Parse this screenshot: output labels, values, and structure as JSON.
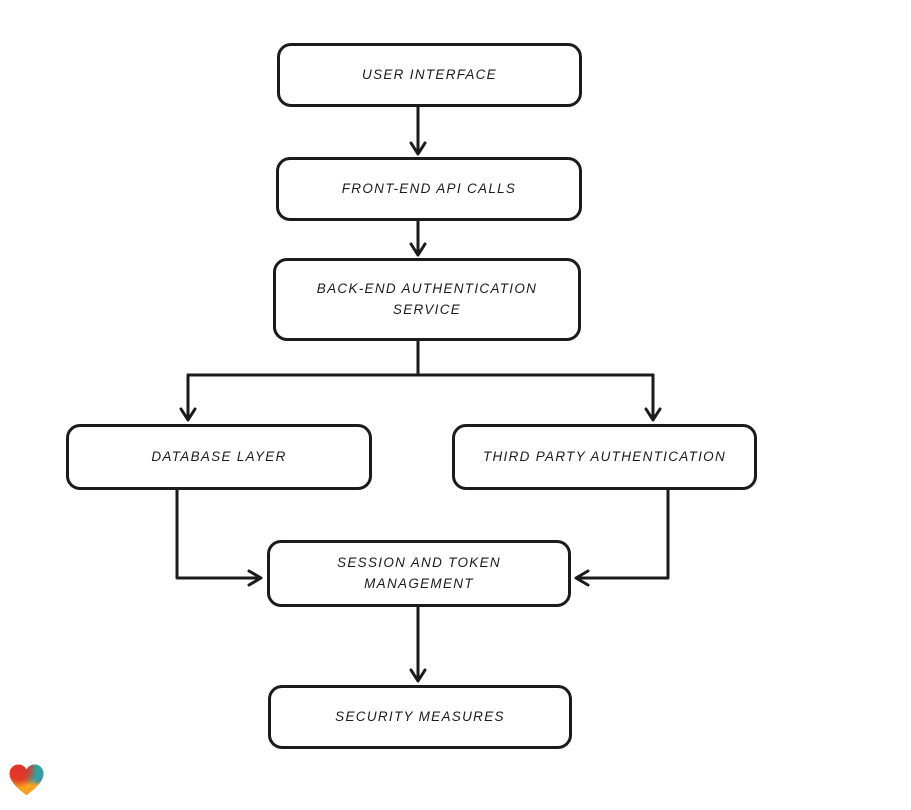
{
  "canvas": {
    "background": "#ffffff",
    "stroke_color": "#1b1b1b"
  },
  "diagram": {
    "nodes": {
      "ui": {
        "label": "USER INTERFACE"
      },
      "fe": {
        "label": "FRONT-END API CALLS"
      },
      "be": {
        "label": "BACK-END AUTHENTICATION\nSERVICE"
      },
      "db": {
        "label": "DATABASE LAYER"
      },
      "tp": {
        "label": "THIRD PARTY AUTHENTICATION"
      },
      "st": {
        "label": "SESSION AND TOKEN\nMANAGEMENT"
      },
      "sm": {
        "label": "SECURITY MEASURES"
      }
    },
    "edges": [
      {
        "from": "USER INTERFACE",
        "to": "FRONT-END API CALLS"
      },
      {
        "from": "FRONT-END API CALLS",
        "to": "BACK-END AUTHENTICATION SERVICE"
      },
      {
        "from": "BACK-END AUTHENTICATION SERVICE",
        "to": "DATABASE LAYER"
      },
      {
        "from": "BACK-END AUTHENTICATION SERVICE",
        "to": "THIRD PARTY AUTHENTICATION"
      },
      {
        "from": "DATABASE LAYER",
        "to": "SESSION AND TOKEN MANAGEMENT"
      },
      {
        "from": "THIRD PARTY AUTHENTICATION",
        "to": "SESSION AND TOKEN MANAGEMENT"
      },
      {
        "from": "SESSION AND TOKEN MANAGEMENT",
        "to": "SECURITY MEASURES"
      }
    ],
    "logo": {
      "name": "gradient-heart-logo",
      "colors": {
        "red": "#e23127",
        "teal": "#2aa79f",
        "blue": "#3f6fdf",
        "orange": "#f6a21f"
      }
    }
  }
}
